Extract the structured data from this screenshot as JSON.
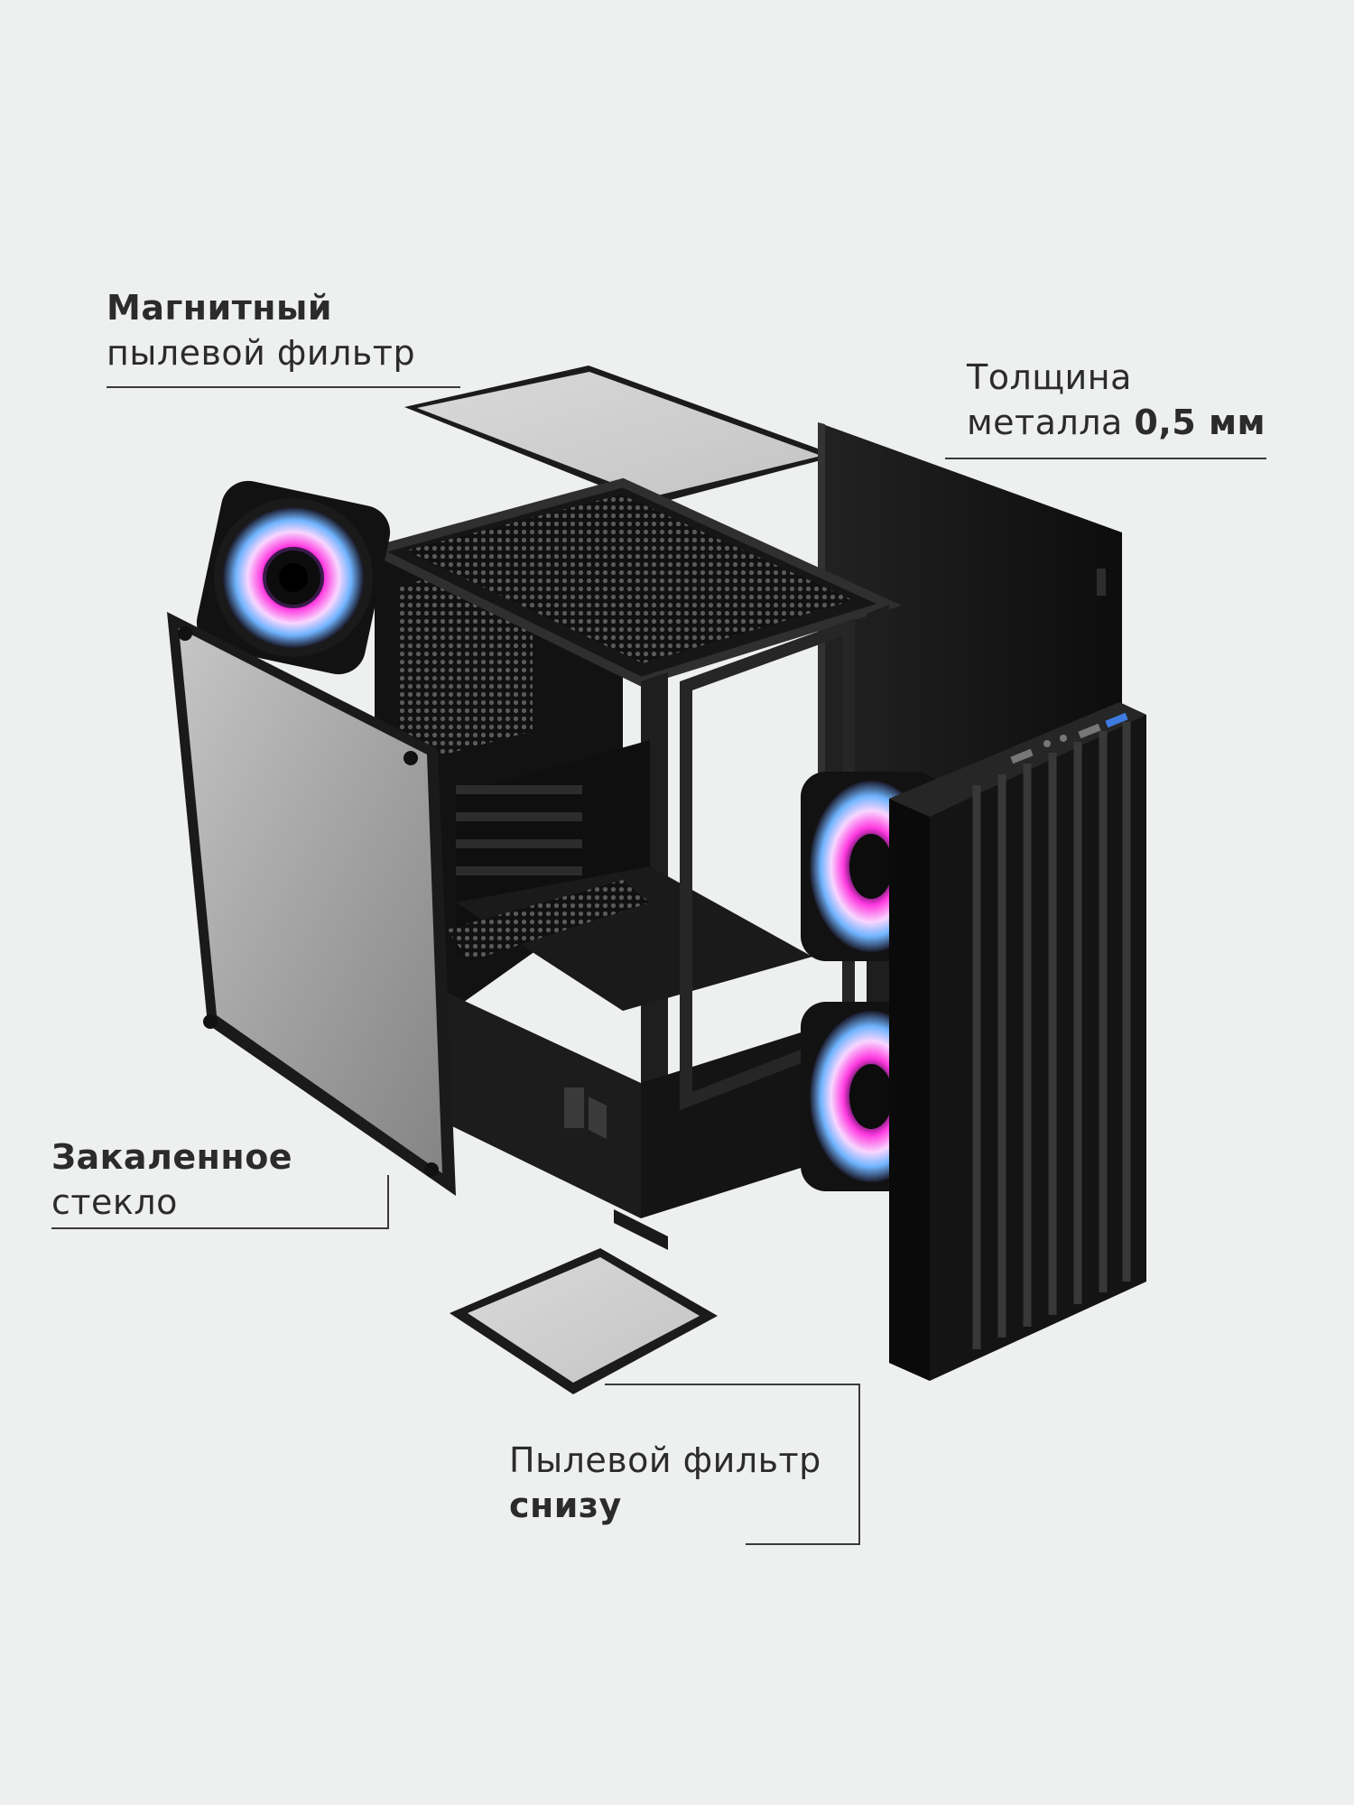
{
  "callouts": {
    "top_filter": {
      "line1": "Магнитный",
      "line2": "пылевой фильтр"
    },
    "metal": {
      "line1": "Толщина",
      "line2_prefix": "металла ",
      "line2_bold": "0,5 мм"
    },
    "glass": {
      "line1": "Закаленное",
      "line2": "стекло"
    },
    "bottom_filter": {
      "line1": "Пылевой фильтр",
      "line2": "снизу"
    }
  },
  "colors": {
    "background": "#eeefef",
    "case_black": "#161616",
    "fan_glow_pink": "#ff38e0",
    "fan_glow_blue": "#6fb4ff"
  }
}
